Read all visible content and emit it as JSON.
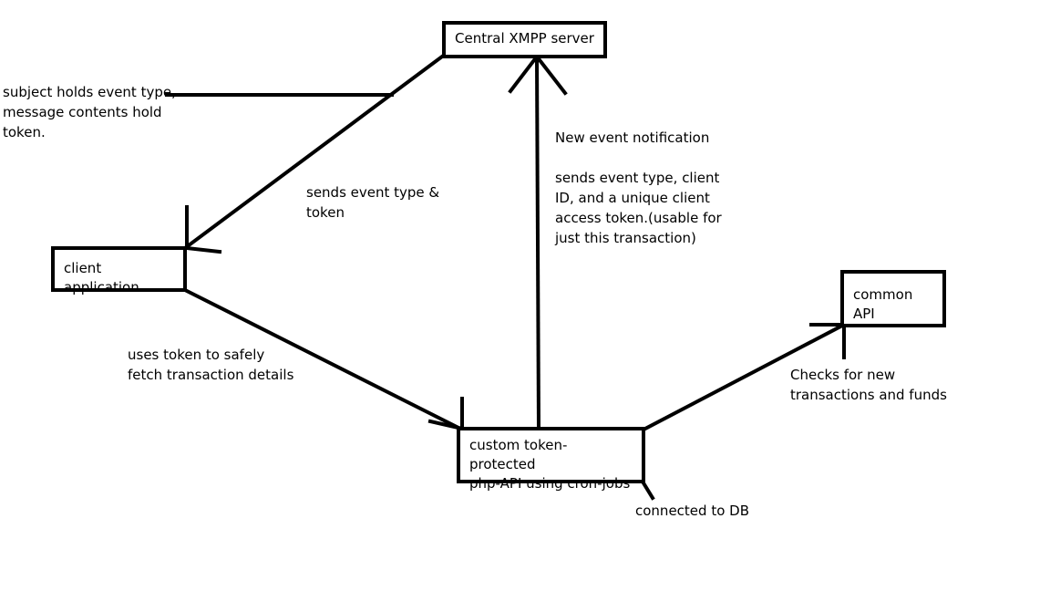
{
  "nodes": {
    "xmpp_server": "Central XMPP server",
    "client_app": "client application",
    "php_api_lines": [
      "custom token-protected",
      "php-API using cron-jobs"
    ],
    "common_api": "common API"
  },
  "labels": {
    "subject_note": [
      "subject holds event type,",
      "message contents hold",
      "token."
    ],
    "sends_event": [
      "sends event type &",
      "token"
    ],
    "new_event": [
      "New event notification"
    ],
    "sends_details": [
      "sends event type, client",
      "ID, and a unique client",
      "access token.(usable for",
      "just this transaction)"
    ],
    "uses_token": [
      "uses token to safely",
      "fetch transaction details"
    ],
    "checks_new": [
      "Checks for new",
      "transactions and funds"
    ],
    "connected_db": [
      "connected to DB"
    ]
  },
  "colors": {
    "stroke": "#000000",
    "background": "#ffffff"
  }
}
